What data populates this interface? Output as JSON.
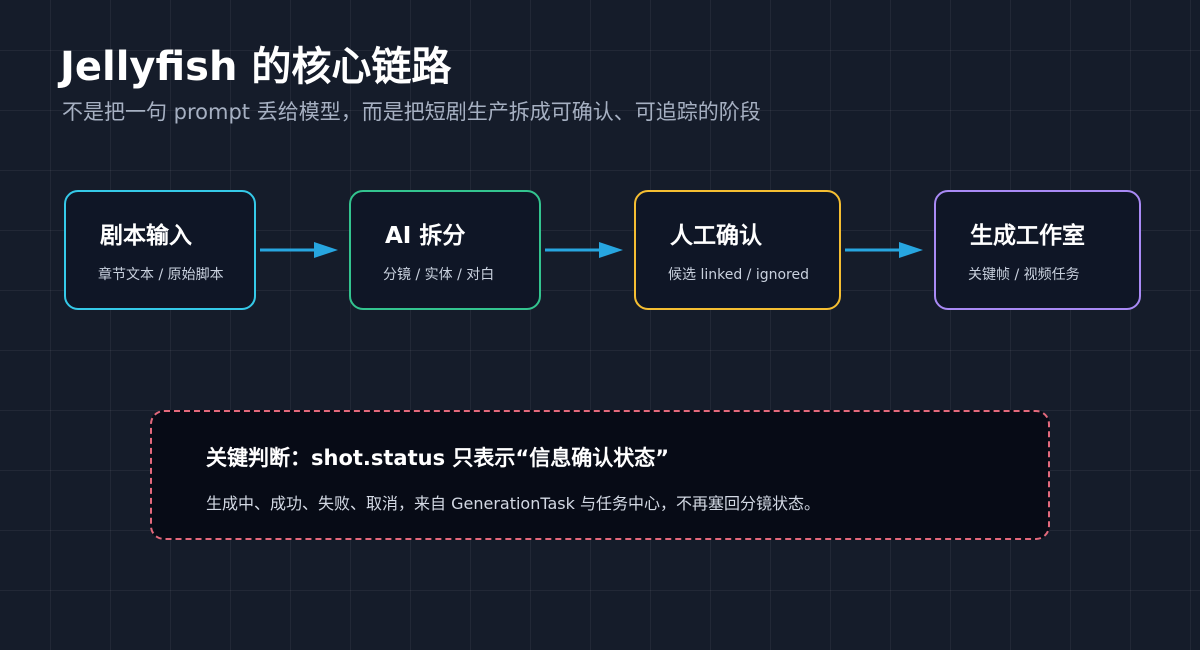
{
  "header": {
    "title": "Jellyfish 的核心链路",
    "subtitle": "不是把一句 prompt 丢给模型，而是把短剧生产拆成可确认、可追踪的阶段"
  },
  "stages": [
    {
      "title": "剧本输入",
      "subtitle": "章节文本 / 原始脚本",
      "border_color": "#35c9e8"
    },
    {
      "title": "AI 拆分",
      "subtitle": "分镜 / 实体 / 对白",
      "border_color": "#33c48f"
    },
    {
      "title": "人工确认",
      "subtitle": "候选 linked / ignored",
      "border_color": "#f5be32"
    },
    {
      "title": "生成工作室",
      "subtitle": "关键帧 / 视频任务",
      "border_color": "#a98af5"
    }
  ],
  "arrow_color": "#27a6e0",
  "callout": {
    "title": "关键判断：shot.status 只表示“信息确认状态”",
    "body": "生成中、成功、失败、取消，来自 GenerationTask 与任务中心，不再塞回分镜状态。",
    "border_color": "#e3697c"
  }
}
